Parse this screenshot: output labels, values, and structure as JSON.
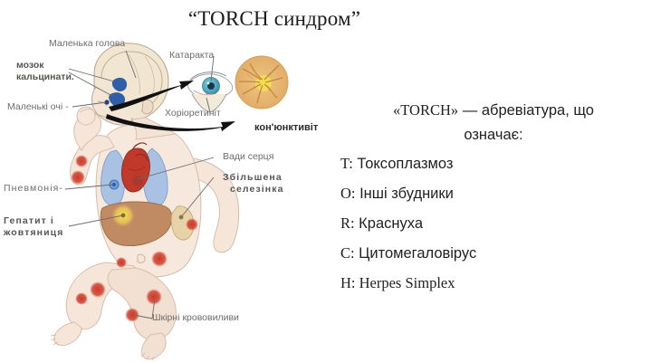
{
  "slide": {
    "title": "“TORCH синдром”",
    "background": "#ffffff"
  },
  "diagram": {
    "labels": [
      {
        "id": "small-head",
        "text": "Маленька голова"
      },
      {
        "id": "brain-calcinates",
        "text": "мозок\nкальцинати."
      },
      {
        "id": "brain-line1",
        "text": "мозок"
      },
      {
        "id": "brain-line2",
        "text": "кальцинати."
      },
      {
        "id": "small-eyes",
        "text": "Маленькі очі -"
      },
      {
        "id": "cataract",
        "text": "Катаракта"
      },
      {
        "id": "chorioretinitis",
        "text": "Хоріоретиніт"
      },
      {
        "id": "conjunctivitis",
        "text": "кон'юнктивіт"
      },
      {
        "id": "heart-defects",
        "text": "Вади серця"
      },
      {
        "id": "spleen-line1",
        "text": "Збільшена"
      },
      {
        "id": "spleen-line2",
        "text": "селезінка"
      },
      {
        "id": "pneumonia",
        "text": "Пневмонія-"
      },
      {
        "id": "hepatitis-line1",
        "text": "Гепатит і"
      },
      {
        "id": "hepatitis-line2",
        "text": "жовтяниця"
      },
      {
        "id": "skin-hemorrhages",
        "text": "Шкірні крововиливи"
      }
    ],
    "colors": {
      "label_gray": "#6e6c6a",
      "label_bold_gray": "#585654",
      "label_dark": "#2b2b2b",
      "skin": "#f5e3d7",
      "skin_shadow": "#ecd3c2",
      "lung": "#a9c2e4",
      "heart": "#c0392b",
      "liver": "#c08a63",
      "jaundice": "#f2d22e",
      "spleen": "#e8d3a8",
      "petechiae": "#cf3a2a",
      "skull": "#efe3cf",
      "eye_iris": "#4aa8c0",
      "fundus": "#e8b877",
      "fundus_center": "#f2dd55",
      "arrow": "#111111",
      "leader": "#6a6a6a"
    }
  },
  "explanation": {
    "heading_line1_pre": "«TORCH»",
    "heading_line1_post": " — абревіатура, що",
    "heading_line2": "означає:",
    "items": [
      {
        "key": "T:",
        "value": " Токсоплазмоз"
      },
      {
        "key": "O:",
        "value": " Інші збудники"
      },
      {
        "key": "R:",
        "value": " Краснуха"
      },
      {
        "key": "C:",
        "value": " Цитомегаловірус"
      },
      {
        "key": "H:",
        "value": " Herpes Simplex"
      }
    ]
  }
}
